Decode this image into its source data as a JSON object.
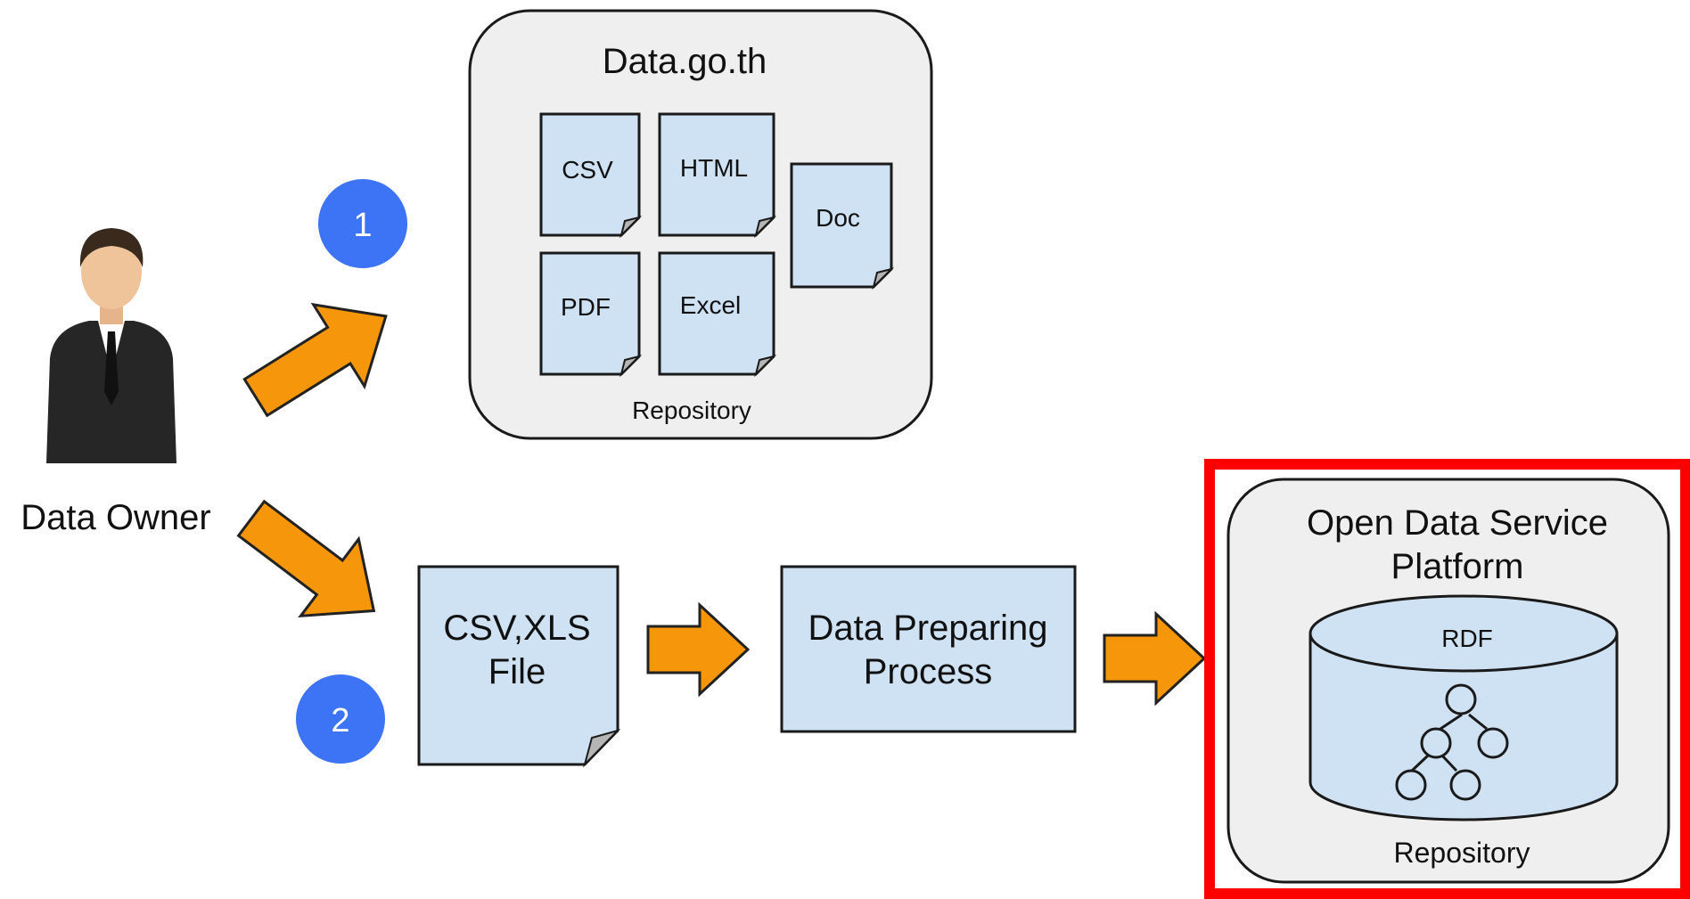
{
  "actor": {
    "label": "Data Owner",
    "icon": "businessman-icon"
  },
  "steps": [
    {
      "number": "1"
    },
    {
      "number": "2"
    }
  ],
  "datagoth": {
    "title": "Data.go.th",
    "subtitle": "Repository",
    "files": [
      "CSV",
      "HTML",
      "Doc",
      "PDF",
      "Excel"
    ]
  },
  "csv_file": {
    "line1": "CSV,XLS",
    "line2": "File"
  },
  "process": {
    "line1": "Data Preparing",
    "line2": "Process"
  },
  "platform": {
    "line1": "Open Data Service",
    "line2": "Platform",
    "db_label": "RDF",
    "subtitle": "Repository",
    "db_icon": "tree-icon"
  },
  "colors": {
    "arrow": "#f6960a",
    "box_fill": "#cfe2f3",
    "container_fill": "#efefef",
    "badge": "#3d73f5",
    "highlight": "#ff0000"
  }
}
